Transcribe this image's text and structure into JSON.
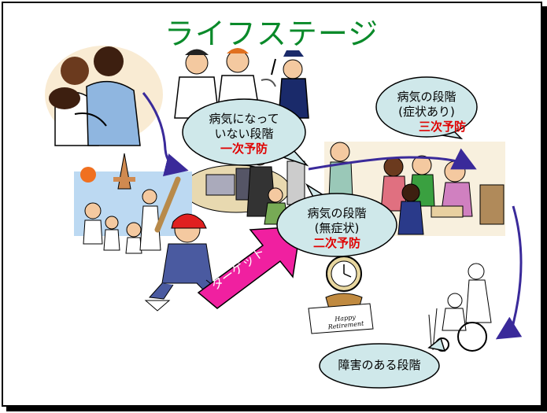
{
  "title": "ライフステージ",
  "bubbles": {
    "healthy": {
      "line1": "病気になって",
      "line2": "いない段階",
      "prevention": "一次予防"
    },
    "asymptomatic": {
      "line1": "病気の段階",
      "line2": "(無症状)",
      "prevention": "二次予防"
    },
    "symptomatic": {
      "line1": "病気の段階",
      "line2": "(症状あり)",
      "prevention": "三次予防"
    },
    "disabled": {
      "line1": "障害のある段階"
    }
  },
  "arrow_label": "ターゲット",
  "clipart_text": {
    "retirement": "Happy Retirement"
  },
  "colors": {
    "title_green": "#0a8a2a",
    "bubble_fill": "#cfe8ea",
    "arrow_magenta": "#f020a0",
    "flow_arrow": "#3a2a9a",
    "prevention_red": "#e00000"
  }
}
